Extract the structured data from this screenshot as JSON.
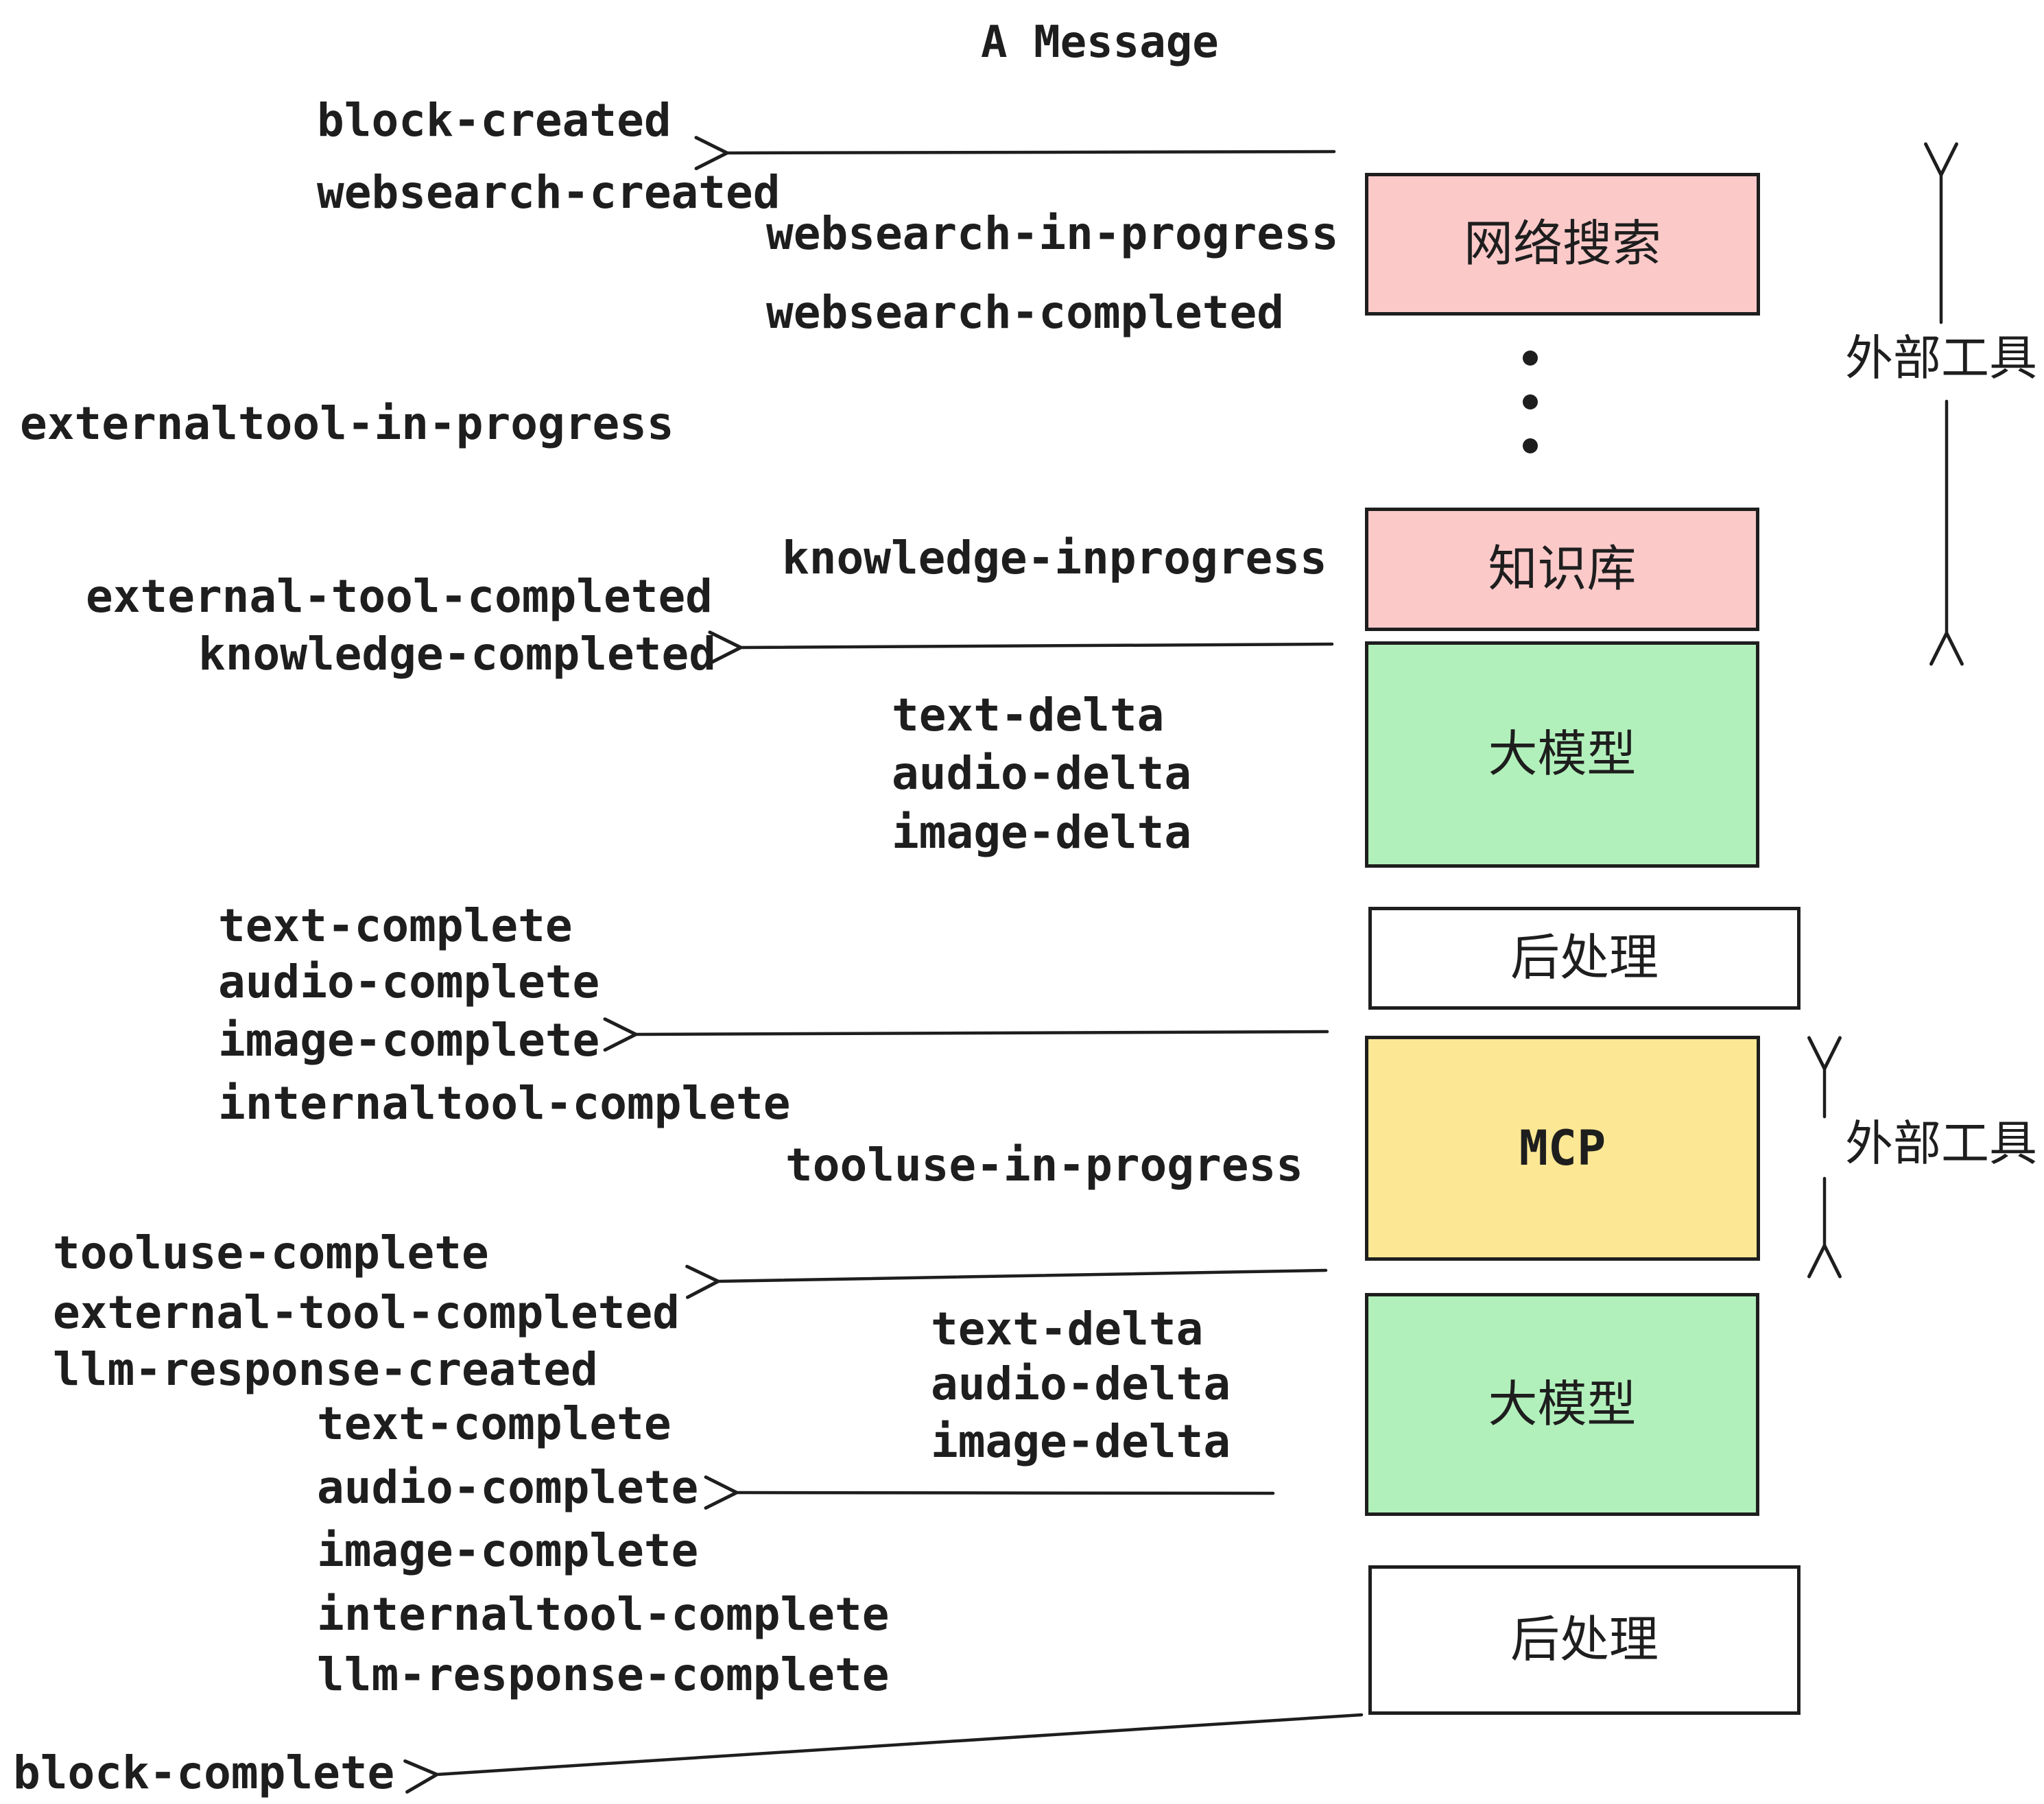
{
  "title": "A Message",
  "colors": {
    "bg": "#ffffff",
    "text": "#1e1e1e",
    "box_border": "#1e1e1e",
    "pink": "#FCC9C9",
    "green": "#B2F0BB",
    "yellow": "#FCE794",
    "white_box": "#ffffff"
  },
  "boxes": [
    {
      "id": "websearch",
      "label": "网络搜索"
    },
    {
      "id": "knowledge",
      "label": "知识库"
    },
    {
      "id": "llm1",
      "label": "大模型"
    },
    {
      "id": "post1",
      "label": "后处理"
    },
    {
      "id": "mcp",
      "label": "MCP"
    },
    {
      "id": "llm2",
      "label": "大模型"
    },
    {
      "id": "post2",
      "label": "后处理"
    }
  ],
  "side_labels": {
    "external_tool_top": "外部工具",
    "external_tool_mid": "外部工具"
  },
  "events": [
    "block-created",
    "websearch-created",
    "websearch-in-progress",
    "websearch-completed",
    "externaltool-in-progress",
    "knowledge-inprogress",
    "external-tool-completed",
    "knowledge-completed",
    "text-delta",
    "audio-delta",
    "image-delta",
    "text-complete",
    "audio-complete",
    "image-complete",
    "internaltool-complete",
    "tooluse-in-progress",
    "tooluse-complete",
    "external-tool-completed",
    "llm-response-created",
    "text-complete",
    "audio-complete",
    "image-complete",
    "internaltool-complete",
    "llm-response-complete",
    "text-delta",
    "audio-delta",
    "image-delta",
    "block-complete"
  ]
}
